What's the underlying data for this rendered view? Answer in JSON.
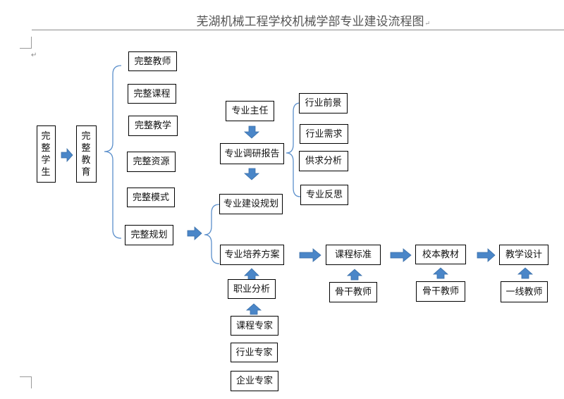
{
  "title": "芜湖机械工程学校机械学部专业建设流程图",
  "nodes": {
    "complete_student": "完整学生",
    "complete_education": "完整教育",
    "complete_teacher": "完整教师",
    "complete_course": "完整课程",
    "complete_teaching": "完整教学",
    "complete_resources": "完整资源",
    "complete_model": "完整模式",
    "complete_planning": "完整规划",
    "major_director": "专业主任",
    "major_research_report": "专业调研报告",
    "industry_prospect": "行业前景",
    "industry_demand": "行业需求",
    "supply_demand_analysis": "供求分析",
    "major_reflection": "专业反思",
    "major_construction_plan": "专业建设规划",
    "major_training_program": "专业培养方案",
    "career_analysis": "职业分析",
    "course_expert": "课程专家",
    "industry_expert": "行业专家",
    "enterprise_expert": "企业专家",
    "course_standard": "课程标准",
    "backbone_teacher_1": "骨干教师",
    "school_textbook": "校本教材",
    "backbone_teacher_2": "骨干教师",
    "teaching_design": "教学设计",
    "frontline_teacher": "一线教师"
  },
  "colors": {
    "arrow": "#4a86c8",
    "arrow_edge": "#3a6fa8",
    "brace": "#5b8fcb",
    "box_border": "#000000"
  }
}
